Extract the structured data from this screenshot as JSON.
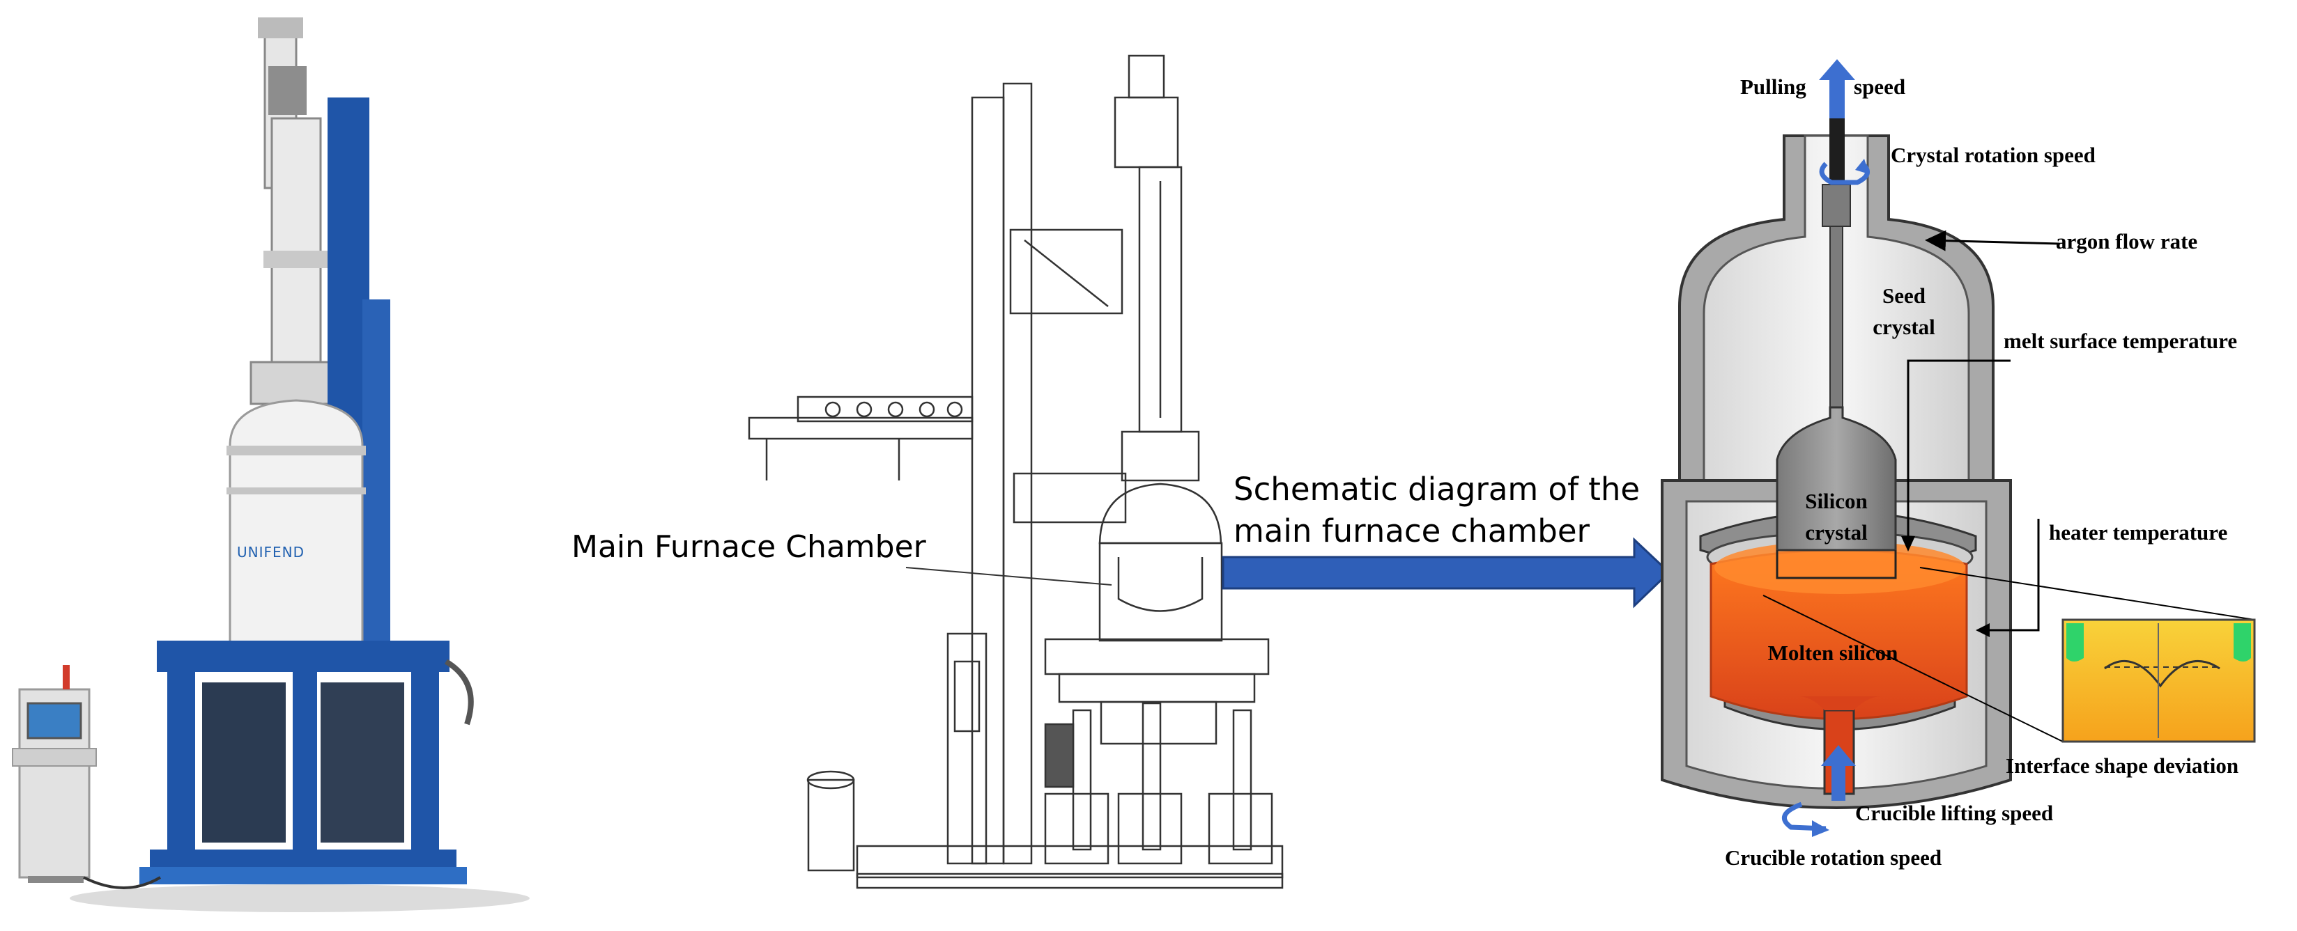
{
  "photo": {
    "brand_logo": "UNIFEND"
  },
  "drawing": {
    "main_chamber_label": "Main Furnace Chamber",
    "schematic_caption_line1": "Schematic diagram of the",
    "schematic_caption_line2": "main furnace chamber"
  },
  "schematic": {
    "pulling_word1": "Pulling",
    "pulling_word2": "speed",
    "crystal_rotation": "Crystal rotation speed",
    "argon_flow": "argon flow rate",
    "seed_line1": "Seed",
    "seed_line2": "crystal",
    "melt_surface": "melt surface temperature",
    "silicon_line1": "Silicon",
    "silicon_line2": "crystal",
    "heater_temp": "heater temperature",
    "molten_silicon": "Molten silicon",
    "interface_shape": "Interface shape deviation",
    "crucible_lifting": "Crucible lifting speed",
    "crucible_rotation": "Crucible rotation speed"
  },
  "colors": {
    "machine_blue": "#1f55a8",
    "chamber_white": "#ececec",
    "arrow_blue": "#2f5fb8",
    "melt_orange": "#e8531c",
    "furnace_gray": "#a9a9a9"
  }
}
